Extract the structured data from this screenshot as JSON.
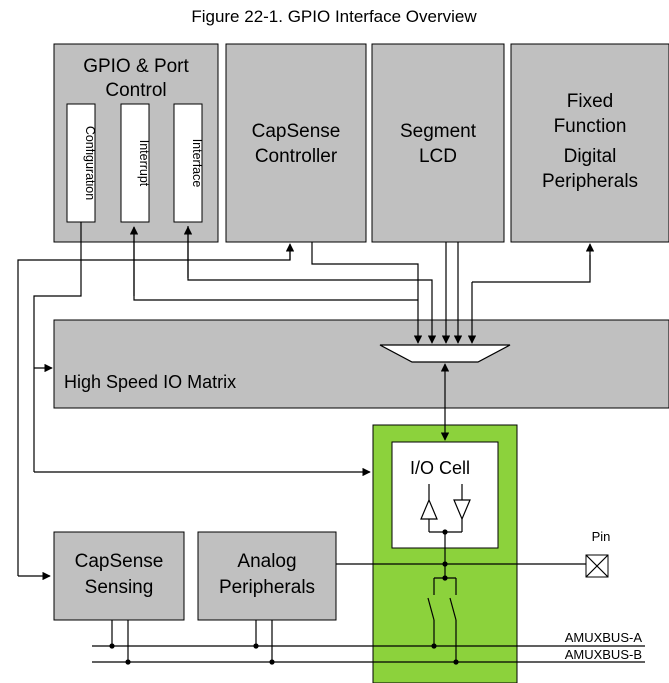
{
  "figure_title": "Figure 22-1.  GPIO Interface Overview",
  "gpio_block": {
    "title_line1": "GPIO & Port",
    "title_line2": "Control",
    "sub_configuration": "Configuration",
    "sub_interrupt": "Interrupt",
    "sub_interface": "Interface"
  },
  "capsense_controller": {
    "line1": "CapSense",
    "line2": "Controller"
  },
  "segment_lcd": {
    "line1": "Segment",
    "line2": "LCD"
  },
  "fixed_function": {
    "line1": "Fixed",
    "line2": "Function",
    "line3": "Digital",
    "line4": "Peripherals"
  },
  "hsiom": {
    "label": "High Speed IO Matrix"
  },
  "io_cell": {
    "label": "I/O Cell"
  },
  "pin": {
    "label": "Pin"
  },
  "capsense_sensing": {
    "line1": "CapSense",
    "line2": "Sensing"
  },
  "analog_peripherals": {
    "line1": "Analog",
    "line2": "Peripherals"
  },
  "buses": {
    "a": "AMUXBUS-A",
    "b": "AMUXBUS-B"
  },
  "colors": {
    "block_gray": "#c0c0c0",
    "io_green": "#8cd23c",
    "line": "#000000"
  }
}
